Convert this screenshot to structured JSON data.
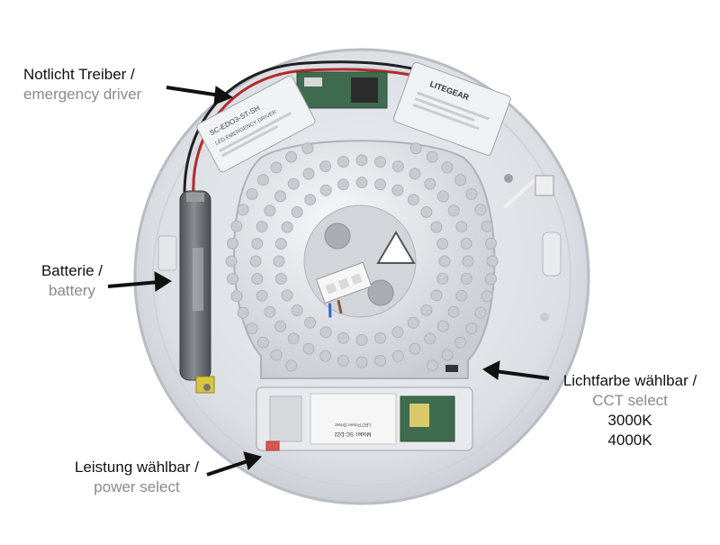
{
  "annotations": {
    "emergency_driver": {
      "de": "Notlicht Treiber /",
      "en": "emergency driver"
    },
    "battery": {
      "de": "Batterie /",
      "en": "battery"
    },
    "power_select": {
      "de": "Leistung wählbar /",
      "en": "power select"
    },
    "cct_select": {
      "de": "Lichtfarbe wählbar /",
      "en": "CCT select",
      "options": [
        "3000K",
        "4000K"
      ]
    }
  },
  "device_labels": {
    "emergency_driver_label": "SC-EDO3-ST-SH",
    "emergency_driver_sub": "LED EMERGENCY DRIVER",
    "brand": "LITEGEAR",
    "driver_model": "Model: SC-D22",
    "driver_sub": "LED Power Driver"
  },
  "colors": {
    "housing": "#d9dbe0",
    "housing_edge": "#b9bcc3",
    "led_board": "#eef0f3",
    "led_dot": "#c7cbd2",
    "battery": "#6a6d72",
    "battery_cap": "#d8c640",
    "pcb_green": "#3f6b4e",
    "switch_red": "#d9574e",
    "arrow": "#111111"
  }
}
